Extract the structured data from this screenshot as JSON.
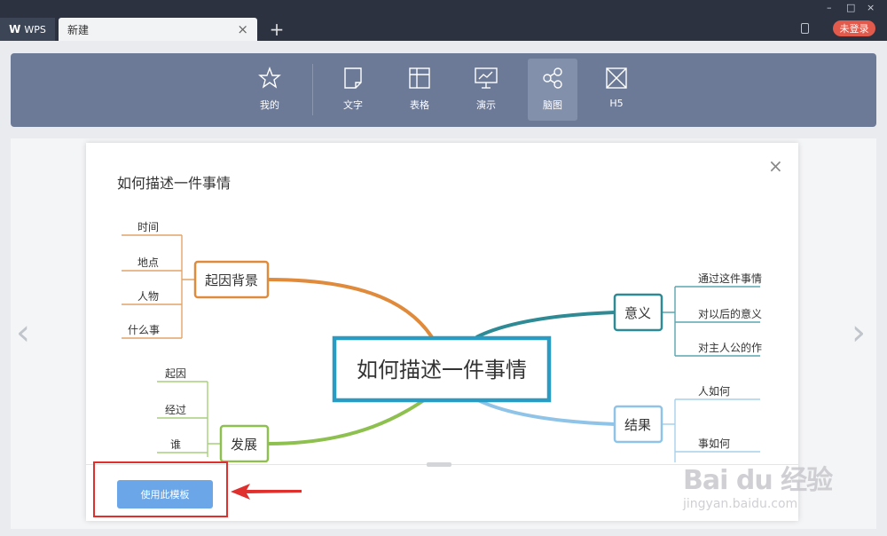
{
  "tabs": {
    "app_label": "WPS",
    "doc_label": "新建",
    "close_glyph": "×",
    "new_tab_glyph": "+",
    "login_label": "未登录"
  },
  "window_controls": {
    "minimize": "–",
    "maximize": "□",
    "close": "×"
  },
  "nav": {
    "items": [
      {
        "label": "我的",
        "icon": "star-icon"
      },
      {
        "label": "文字",
        "icon": "document-icon"
      },
      {
        "label": "表格",
        "icon": "table-icon"
      },
      {
        "label": "演示",
        "icon": "presentation-icon"
      },
      {
        "label": "脑图",
        "icon": "mindmap-icon",
        "active": true
      },
      {
        "label": "H5",
        "icon": "h5-icon"
      }
    ]
  },
  "modal": {
    "title": "如何描述一件事情",
    "close_glyph": "×",
    "use_template_label": "使用此模板",
    "mindmap": {
      "center": "如何描述一件事情",
      "branches": [
        {
          "label": "起因背景",
          "children": [
            "时间",
            "地点",
            "人物",
            "什么事"
          ]
        },
        {
          "label": "发展",
          "children": [
            "起因",
            "经过",
            "谁"
          ]
        },
        {
          "label": "意义",
          "children": [
            "通过这件事情",
            "对以后的意义",
            "对主人公的作用"
          ]
        },
        {
          "label": "结果",
          "children": [
            "人如何",
            "事如何"
          ]
        }
      ]
    }
  },
  "watermark": {
    "main": "Bai du 经验",
    "sub": "jingyan.baidu.com"
  },
  "colors": {
    "titlebar": "#2d3240",
    "nav_panel": "#6c7a97",
    "login_badge": "#e15a4c",
    "use_button": "#6aa6e8",
    "highlight_box": "#e0302d",
    "branch_orange": "#e08a3c",
    "branch_green": "#8dc04f",
    "branch_teal": "#2e8a94",
    "branch_lightblue": "#8fc4e8",
    "center_border": "#2a9cc4"
  }
}
